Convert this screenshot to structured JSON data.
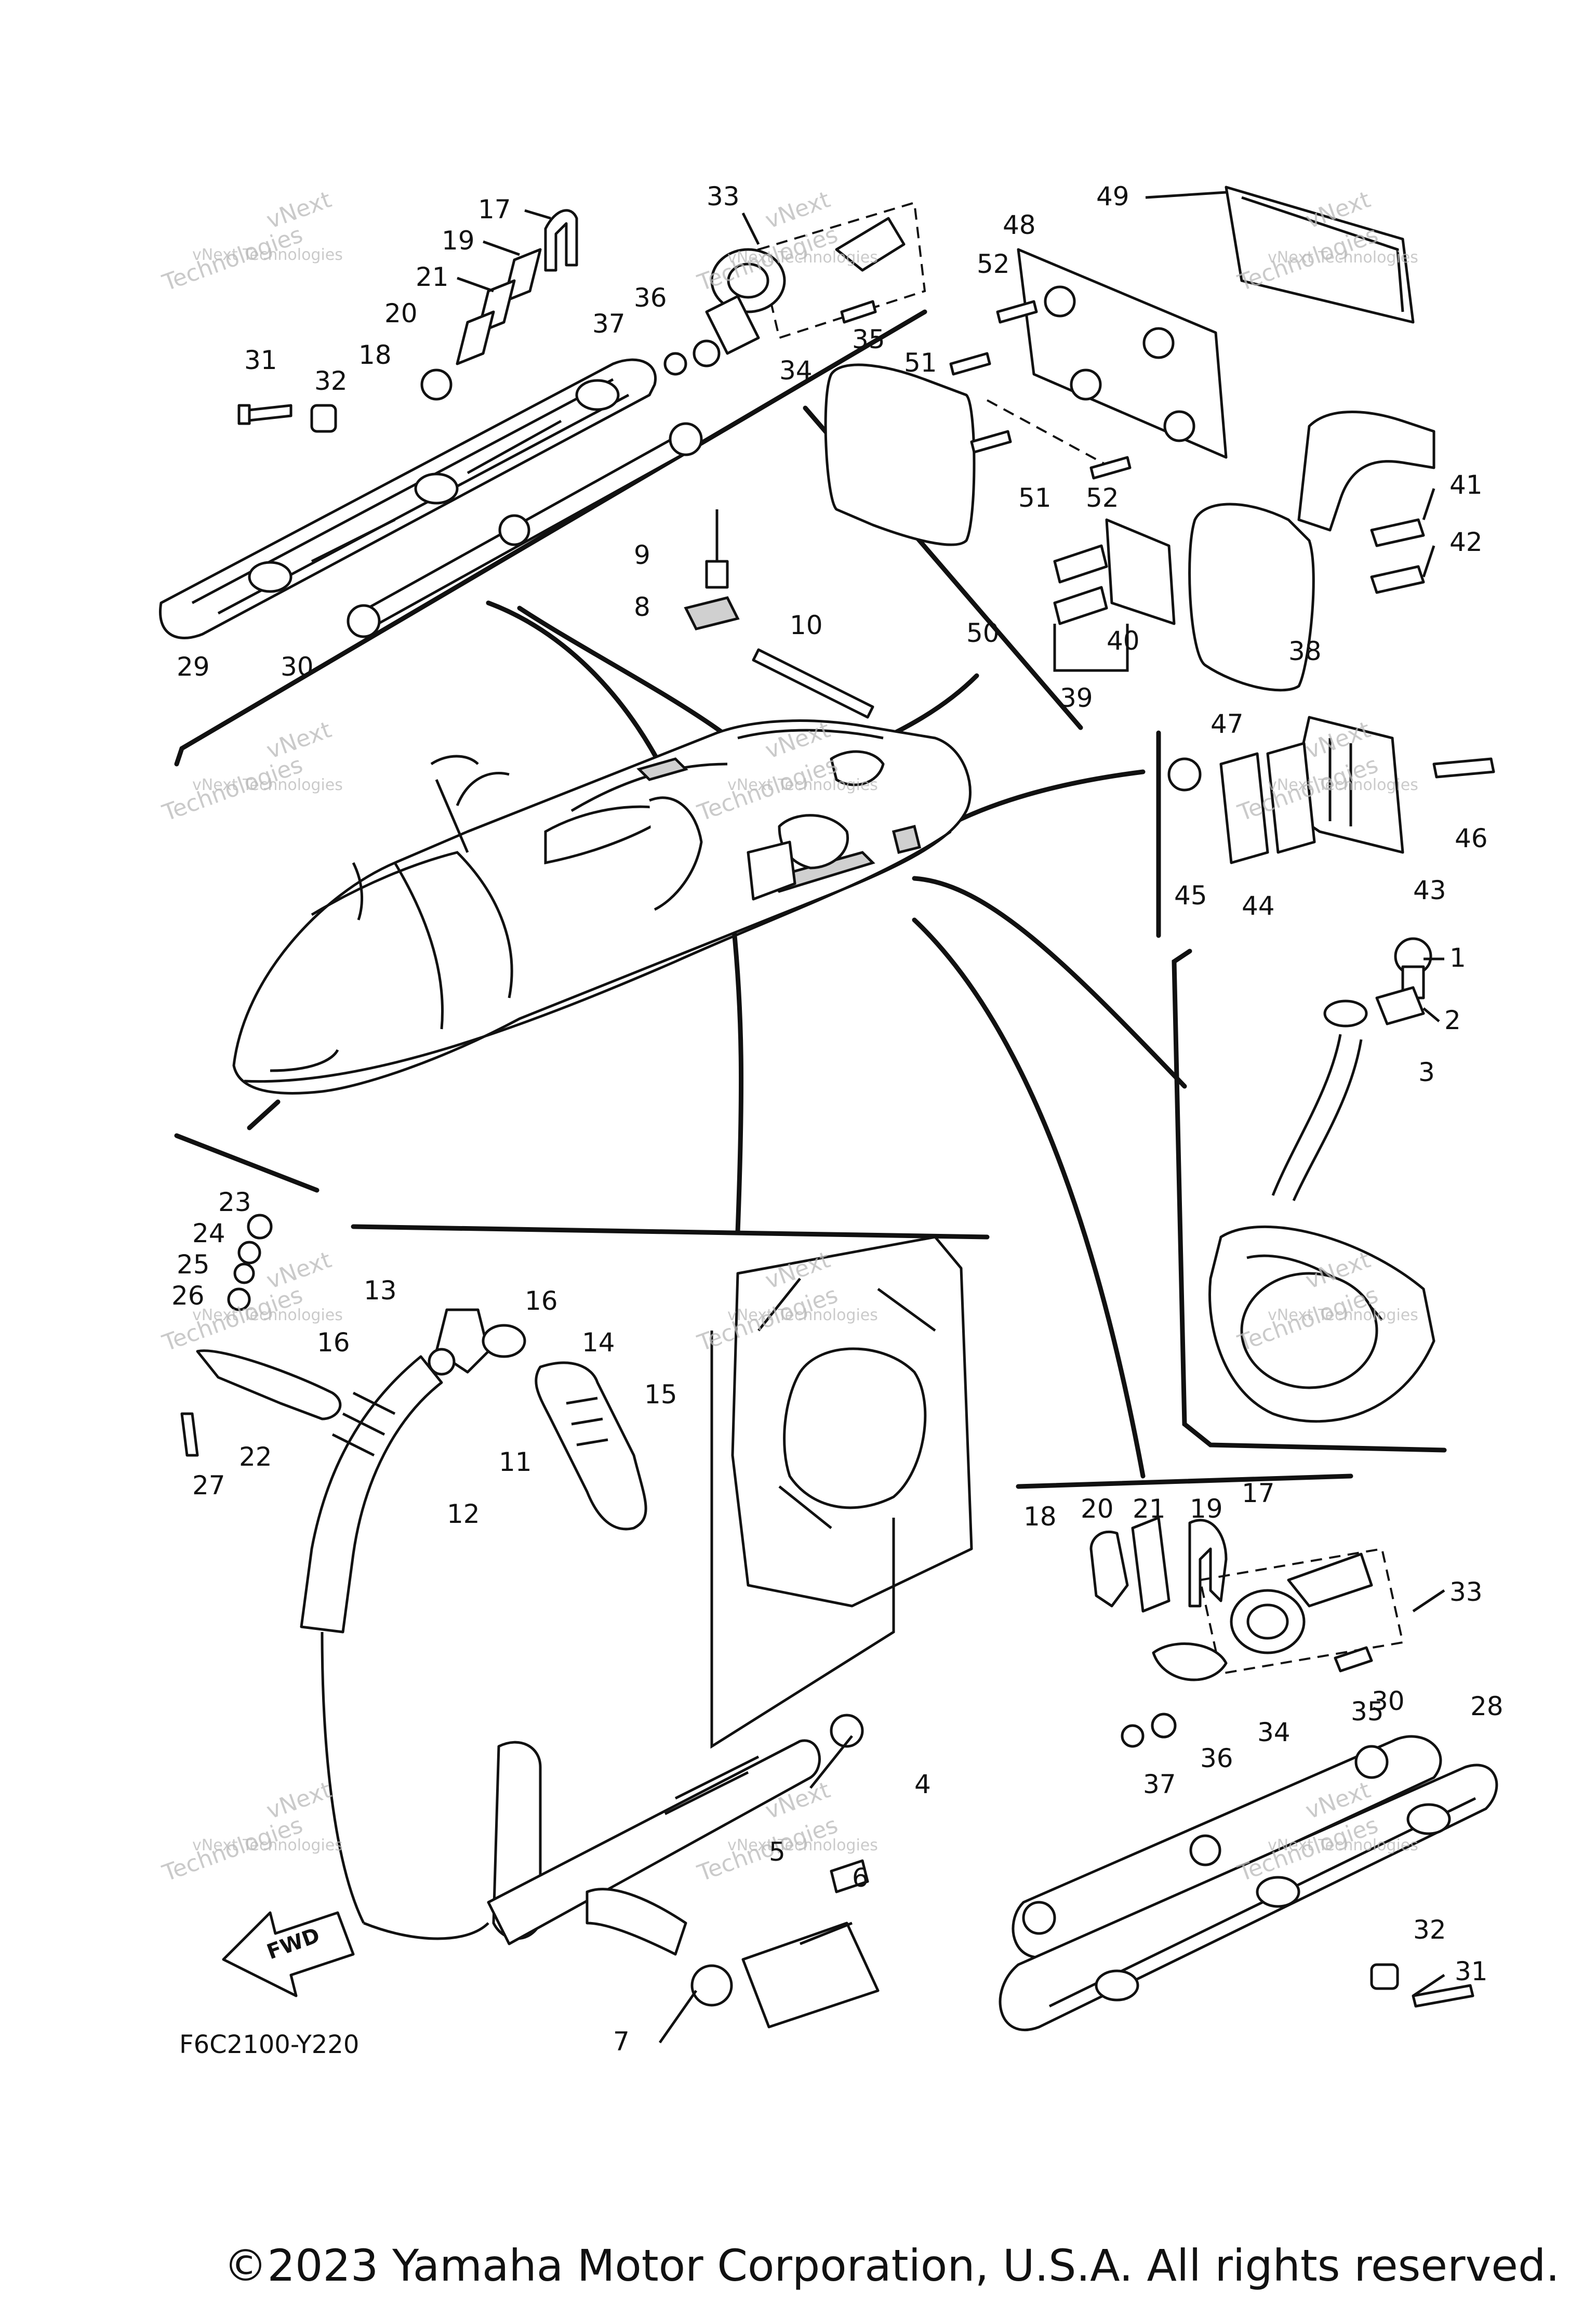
{
  "diagram_code": "F6C2100-Y220",
  "fwd_label": "FWD",
  "copyright": "©2023 Yamaha Motor Corporation, U.S.A. All rights reserved.",
  "watermark": [
    "vNext",
    "vNext Technologies",
    "Technologies"
  ],
  "callouts": [
    "1",
    "2",
    "3",
    "4",
    "5",
    "6",
    "7",
    "8",
    "9",
    "10",
    "11",
    "12",
    "13",
    "14",
    "15",
    "16",
    "17",
    "18",
    "19",
    "20",
    "21",
    "22",
    "23",
    "24",
    "25",
    "26",
    "27",
    "28",
    "29",
    "30",
    "31",
    "32",
    "33",
    "34",
    "35",
    "36",
    "37",
    "38",
    "39",
    "40",
    "41",
    "42",
    "43",
    "44",
    "45",
    "46",
    "47",
    "48",
    "49",
    "50",
    "51",
    "52"
  ],
  "repeat_callouts": [
    "16",
    "17",
    "18",
    "19",
    "20",
    "21",
    "30",
    "31",
    "32",
    "33",
    "34",
    "35",
    "36",
    "37",
    "51",
    "52"
  ]
}
